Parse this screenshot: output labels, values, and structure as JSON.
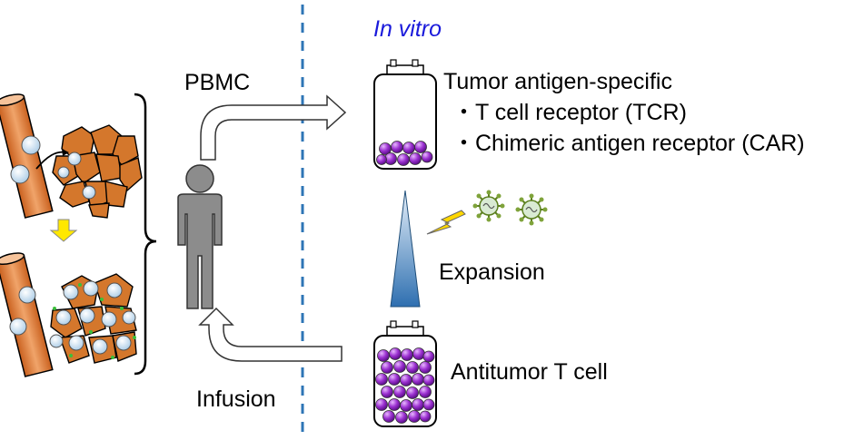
{
  "labels": {
    "in_vitro": "In vitro",
    "pbmc": "PBMC",
    "tumor_antigen_specific": "Tumor antigen-specific",
    "tcr": "・T cell receptor (TCR)",
    "car": "・Chimeric antigen receptor (CAR)",
    "expansion": "Expansion",
    "antitumor_t_cell": "Antitumor T cell",
    "infusion": "Infusion"
  },
  "colors": {
    "in_vitro_text": "#1a1adb",
    "divider": "#2e75b6",
    "tumor_fill": "#d4772c",
    "vessel_fill": "#e8a068",
    "cell_purple": "#9b30d0",
    "person": "#8c8c8c",
    "bolt": "#ffd700",
    "virus": "#7fa33a",
    "triangle_top": "#e6f0fa",
    "triangle_bottom": "#2e6fb0"
  }
}
